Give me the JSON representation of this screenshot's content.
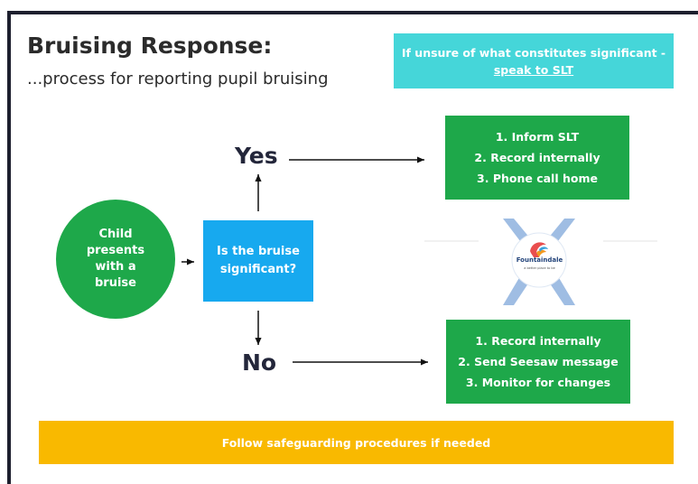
{
  "title": "Bruising Response:",
  "subtitle": "...process for reporting pupil bruising",
  "note": {
    "text": "If unsure of what constitutes significant -",
    "link": "speak to SLT"
  },
  "start_node": "Child presents with a bruise",
  "decision_node": "Is the bruise significant?",
  "yes_label": "Yes",
  "no_label": "No",
  "yes_actions": [
    "1. Inform SLT",
    "2. Record internally",
    "3. Phone call home"
  ],
  "no_actions": [
    "1. Record internally",
    "2. Send Seesaw message",
    "3. Monitor for changes"
  ],
  "footer": "Follow safeguarding procedures if needed",
  "logo": {
    "name": "Fountaindale",
    "tagline": "a better place to be"
  },
  "colors": {
    "green": "#1ea84a",
    "blue": "#17a9ef",
    "teal": "#45d6d9",
    "amber": "#f9b900",
    "dark": "#1d1f2e"
  }
}
